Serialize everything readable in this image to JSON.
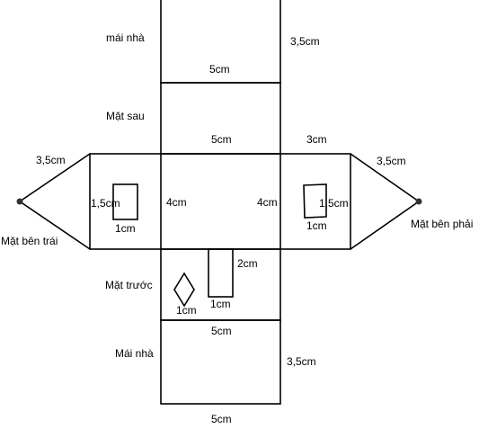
{
  "labels": {
    "roof_top": "mái nhà",
    "back_face": "Mặt sau",
    "left_face": "Mặt bên trái",
    "right_face": "Mặt bên phải",
    "front_face": "Mặt trước",
    "roof_bottom": "Mái nhà"
  },
  "dimensions": {
    "roof_top_side": "3,5cm",
    "roof_top_width": "5cm",
    "back_width": "5cm",
    "right_depth": "3cm",
    "left_slant": "3,5cm",
    "right_slant": "3,5cm",
    "left_height": "4cm",
    "right_height": "4cm",
    "left_window_height": "1,5cm",
    "left_window_width": "1cm",
    "right_window_height": "1,5cm",
    "right_window_width": "1cm",
    "door_height": "2cm",
    "door_width": "1cm",
    "diamond_width": "1cm",
    "front_width": "5cm",
    "roof_bottom_side": "3,5cm",
    "roof_bottom_width": "5cm"
  }
}
